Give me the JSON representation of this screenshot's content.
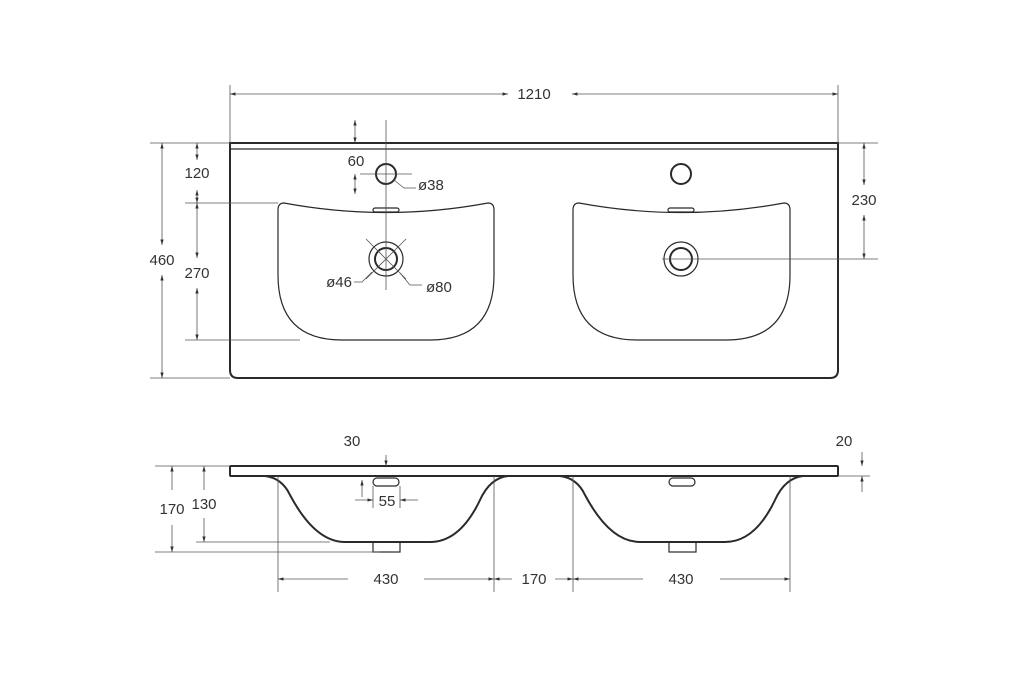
{
  "top_view": {
    "overall_width": "1210",
    "overall_depth": "460",
    "tap_from_edge": "120",
    "basin_depth": "270",
    "drain_from_edge": "230",
    "tap_offset": "60",
    "tap_hole_diameter": "ø38",
    "drain_inner_diameter": "ø46",
    "drain_outer_diameter": "ø80"
  },
  "side_view": {
    "slab_edge": "30",
    "slab_thickness": "20",
    "total_height": "170",
    "basin_height": "130",
    "overflow_width": "55",
    "basin_width_left": "430",
    "basin_gap": "170",
    "basin_width_right": "430"
  }
}
